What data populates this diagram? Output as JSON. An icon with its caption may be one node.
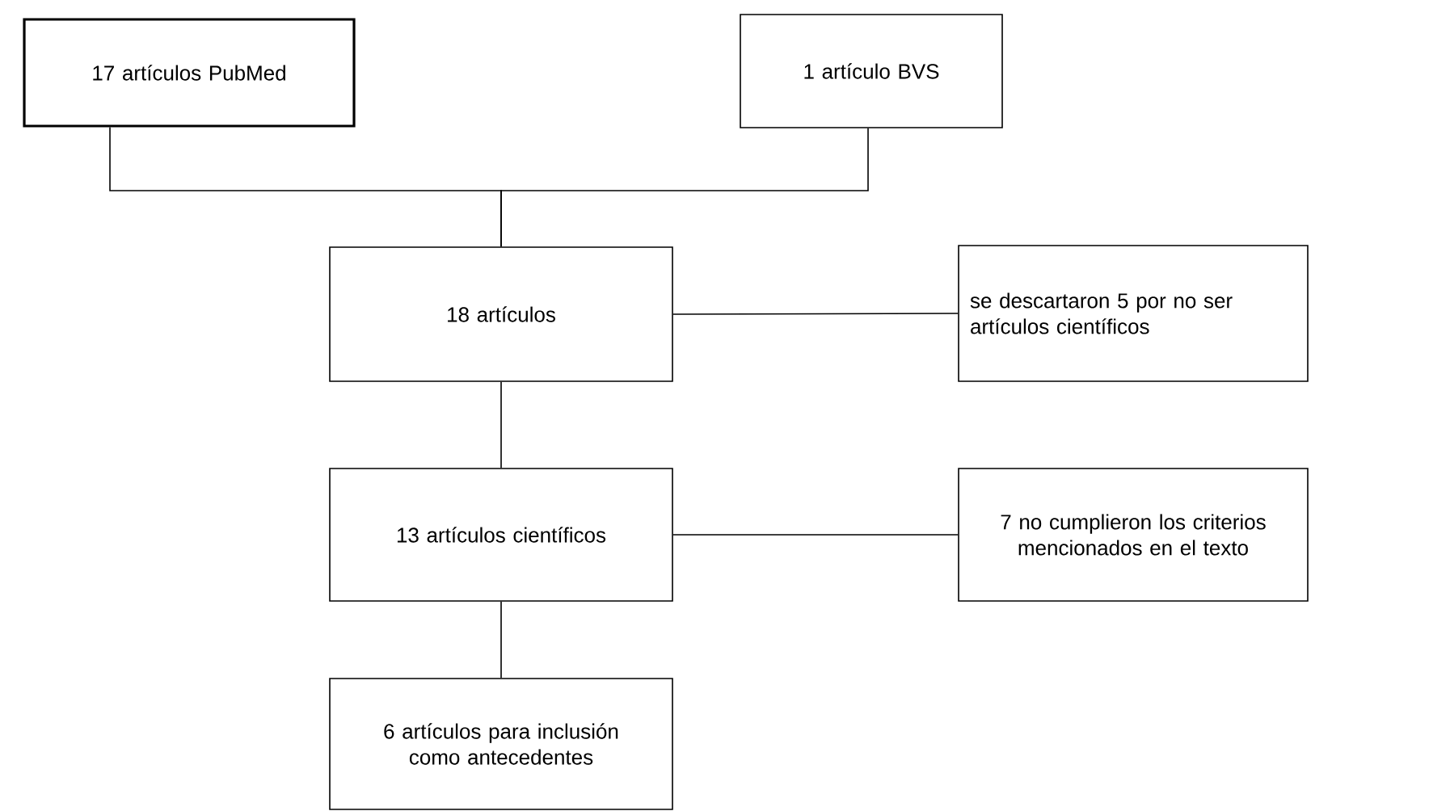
{
  "diagram": {
    "nodes": [
      {
        "text": [
          "17 artículos PubMed"
        ]
      },
      {
        "text": [
          "1 artículo BVS"
        ]
      },
      {
        "text": [
          "18 artículos"
        ]
      },
      {
        "text": [
          "se descartaron 5 por no ser artículos científicos"
        ]
      },
      {
        "text": [
          "13 artículos científicos"
        ]
      },
      {
        "text": [
          "7 no cumplieron los criterios mencionados en el texto"
        ]
      },
      {
        "text": [
          "6 artículos para inclusión como antecedentes"
        ]
      }
    ],
    "edges": [
      {
        "from": 0,
        "to": 2,
        "arrow": "none"
      },
      {
        "from": 1,
        "to": 2,
        "arrow": "none"
      },
      {
        "from": 2,
        "to": 3,
        "arrow": "none"
      },
      {
        "from": 2,
        "to": 4,
        "arrow": "none"
      },
      {
        "from": 4,
        "to": 5,
        "arrow": "none"
      },
      {
        "from": 4,
        "to": 6,
        "arrow": "none"
      }
    ]
  }
}
